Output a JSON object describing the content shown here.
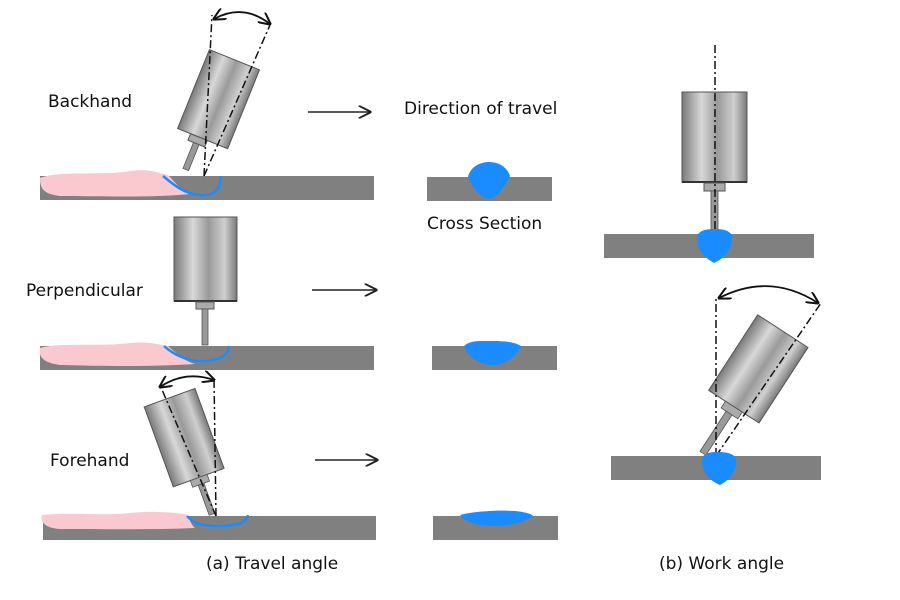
{
  "diagram": {
    "panel_a": {
      "caption": "(a) Travel angle",
      "rows": [
        {
          "label": "Backhand",
          "technique": "backhand",
          "cross_section_shape": "deep-narrow"
        },
        {
          "label": "Perpendicular",
          "technique": "perpendicular",
          "cross_section_shape": "medium"
        },
        {
          "label": "Forehand",
          "technique": "forehand",
          "cross_section_shape": "shallow-wide"
        }
      ],
      "direction_label": "Direction of travel",
      "cross_section_label": "Cross Section"
    },
    "panel_b": {
      "caption": "(b) Work angle",
      "views": [
        "vertical torch",
        "tilted torch"
      ]
    },
    "colors": {
      "plate": "#808080",
      "weld_pool": "#1a8cff",
      "bead": "#f9c9cf",
      "torch_dark": "#8c8c8c",
      "torch_light": "#d4d4d4",
      "line": "#111111"
    }
  }
}
